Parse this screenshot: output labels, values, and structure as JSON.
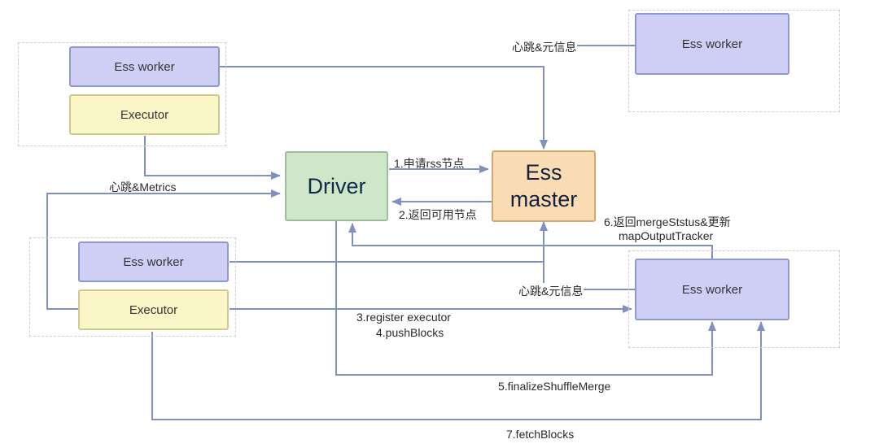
{
  "nodes": {
    "ess_worker_top_left": "Ess worker",
    "executor_top": "Executor",
    "ess_worker_top_right": "Ess worker",
    "driver": "Driver",
    "ess_master_line1": "Ess",
    "ess_master_line2": "master",
    "ess_worker_mid_left": "Ess worker",
    "executor_bottom": "Executor",
    "ess_worker_bottom_right": "Ess worker"
  },
  "edges": {
    "heartbeat_meta_top": "心跳&元信息",
    "request_rss": "1.申请rss节点",
    "return_available": "2.返回可用节点",
    "heartbeat_metrics": "心跳&Metrics",
    "return_merge_status_line1": "6.返回mergeStstus&更新",
    "return_merge_status_line2": "mapOutputTracker",
    "heartbeat_meta_bottom": "心跳&元信息",
    "register_executor": "3.register executor",
    "push_blocks": "4.pushBlocks",
    "finalize_shuffle_merge": "5.finalizeShuffleMerge",
    "fetch_blocks": "7.fetchBlocks"
  },
  "colors": {
    "arrow": "#8090bf",
    "worker_fill": "#cfcff6",
    "executor_fill": "#fbf6c8",
    "driver_fill": "#cfe6c9",
    "master_fill": "#fadcb4"
  }
}
